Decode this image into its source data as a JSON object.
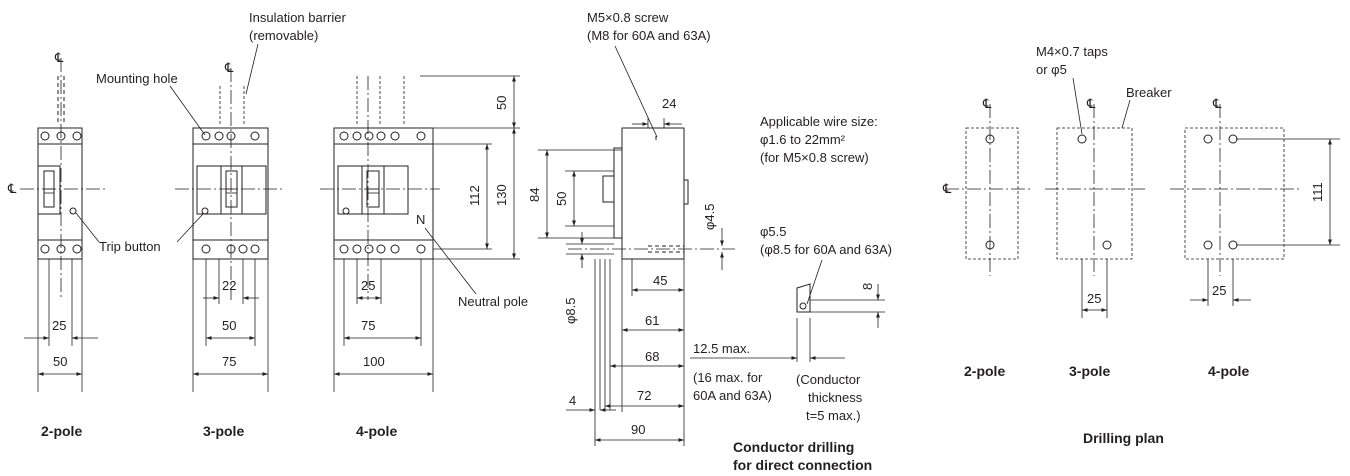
{
  "colors": {
    "ink": "#231f20",
    "background": "#ffffff"
  },
  "symbols": {
    "centerline": "℄"
  },
  "breakers": {
    "two_pole": {
      "caption": "2-pole",
      "dims": [
        "25",
        "50"
      ]
    },
    "three_pole": {
      "caption": "3-pole",
      "dims": [
        "22",
        "50",
        "75"
      ]
    },
    "four_pole": {
      "caption": "4-pole",
      "dims": [
        "25",
        "75",
        "100"
      ]
    }
  },
  "callouts": {
    "insulation_barrier": [
      "Insulation barrier",
      "(removable)"
    ],
    "mounting_hole": "Mounting hole",
    "trip_button": "Trip button",
    "neutral_pole": "Neutral pole"
  },
  "height_dims": [
    "50",
    "112",
    "130"
  ],
  "side_view": {
    "screw": [
      "M5×0.8 screw",
      "(M8 for 60A and 63A)"
    ],
    "wire_size": [
      "Applicable wire size:",
      "φ1.6 to 22mm²",
      "(for M5×0.8 screw)"
    ],
    "dims": {
      "d24": "24",
      "d84": "84",
      "d50": "50",
      "d4_5": "φ4.5",
      "d8_5": "φ8.5",
      "d45": "45",
      "d61": "61",
      "d68": "68",
      "d72": "72",
      "d90": "90",
      "d4": "4"
    }
  },
  "conductor": {
    "hole": [
      "φ5.5",
      "(φ8.5 for 60A and 63A)"
    ],
    "d8": "8",
    "max_len": [
      "12.5 max.",
      "(16 max. for",
      "60A and 63A)"
    ],
    "thickness": [
      "(Conductor",
      "thickness",
      "t=5 max.)"
    ],
    "caption": [
      "Conductor drilling",
      "for direct connection"
    ]
  },
  "drilling_plan": {
    "taps": [
      "M4×0.7 taps",
      "or φ5"
    ],
    "breaker": "Breaker",
    "d111": "111",
    "d25a": "25",
    "d25b": "25",
    "captions": [
      "2-pole",
      "3-pole",
      "4-pole"
    ],
    "title": "Drilling plan"
  }
}
